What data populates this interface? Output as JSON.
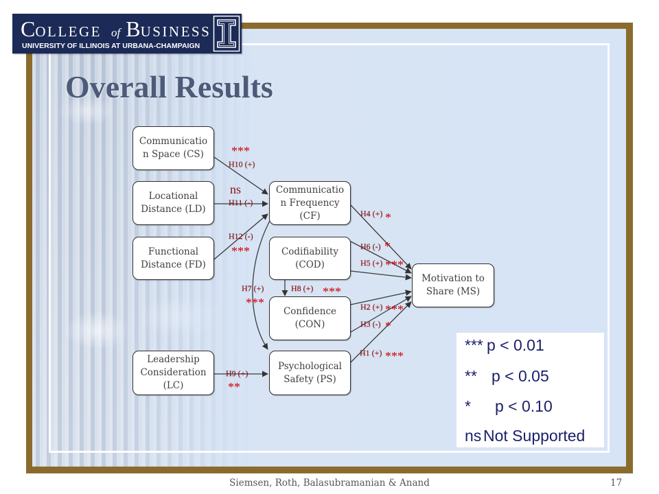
{
  "logo": {
    "college_initial": "C",
    "college_rest": "OLLEGE",
    "of": "of",
    "business_initial": "B",
    "business_rest": "USINESS",
    "university": "UNIVERSITY OF ILLINOIS AT URBANA-CHAMPAIGN"
  },
  "title": "Overall Results",
  "nodes": {
    "cs": {
      "lines": [
        "Communicatio",
        "n Space (CS)"
      ]
    },
    "ld": {
      "lines": [
        "Locational",
        "Distance (LD)"
      ]
    },
    "fd": {
      "lines": [
        "Functional",
        "Distance (FD)"
      ]
    },
    "lc": {
      "lines": [
        "Leadership",
        "Consideration",
        "(LC)"
      ]
    },
    "cf": {
      "lines": [
        "Communicatio",
        "n Frequency",
        "(CF)"
      ]
    },
    "cod": {
      "lines": [
        "Codifiability",
        "(COD)"
      ]
    },
    "con": {
      "lines": [
        "Confidence",
        "(CON)"
      ]
    },
    "ps": {
      "lines": [
        "Psychological",
        "Safety (PS)"
      ]
    },
    "ms": {
      "lines": [
        "Motivation to",
        "Share (MS)"
      ]
    }
  },
  "paths": {
    "h10": {
      "label": "H10 (+)",
      "sig": "***"
    },
    "h11": {
      "label": "H11 (-)",
      "sig": "ns"
    },
    "h12": {
      "label": "H12 (-)",
      "sig": "***"
    },
    "h7": {
      "label": "H7 (+)",
      "sig": "***"
    },
    "h8": {
      "label": "H8 (+)",
      "sig": "***"
    },
    "h9": {
      "label": "H9 (+)",
      "sig": "**"
    },
    "h4": {
      "label": "H4 (+)",
      "sig": "*"
    },
    "h6": {
      "label": "H6 (-)",
      "sig": "*"
    },
    "h5": {
      "label": "H5 (+)",
      "sig": "***"
    },
    "h2": {
      "label": "H2 (+)",
      "sig": "***"
    },
    "h3": {
      "label": "H3 (-)",
      "sig": "*"
    },
    "h1": {
      "label": "H1 (+)",
      "sig": "***"
    }
  },
  "legend": [
    {
      "symbol": "***",
      "text": "p < 0.01"
    },
    {
      "symbol": "**",
      "text": "p < 0.05"
    },
    {
      "symbol": "*",
      "text": "p < 0.10"
    },
    {
      "symbol": "ns",
      "text": "Not Supported"
    }
  ],
  "footer": {
    "authors": "Siemsen, Roth, Balasubramanian & Anand",
    "page": "17"
  },
  "colors": {
    "frame": "#8b6b2d",
    "panel": "#d6e4f6",
    "logo_bg": "#1b2a56",
    "title": "#4d5a78",
    "hypothesis_label": "#6e1212",
    "significance": "#d00000",
    "legend_text": "#1a1f6b",
    "node_border": "#2f2f2f"
  }
}
